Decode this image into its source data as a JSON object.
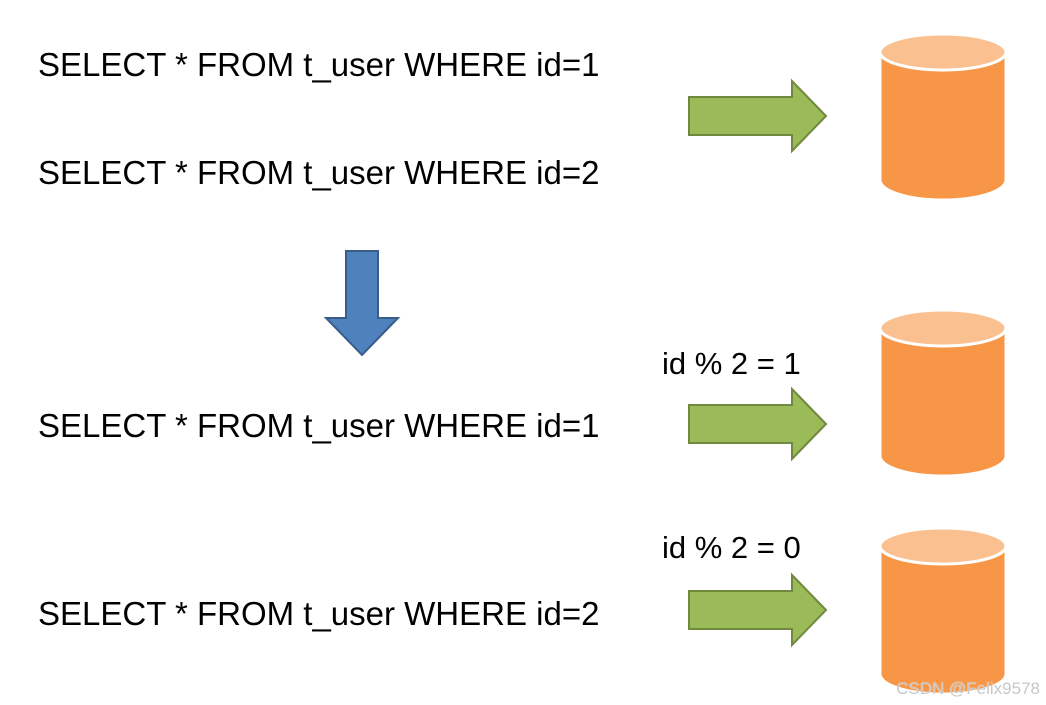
{
  "colors": {
    "green_arrow_fill": "#9BBB59",
    "green_arrow_stroke": "#71893F",
    "blue_arrow_fill": "#4F81BD",
    "blue_arrow_stroke": "#385D8A",
    "db_body": "#F79646",
    "db_top": "#FAC090"
  },
  "before": {
    "query1": "SELECT * FROM t_user WHERE id=1",
    "query2": "SELECT * FROM t_user WHERE id=2"
  },
  "after": {
    "route1": {
      "condition": "id % 2 = 1",
      "query": "SELECT * FROM t_user WHERE id=1"
    },
    "route2": {
      "condition": "id % 2 = 0",
      "query": "SELECT * FROM t_user WHERE id=2"
    }
  },
  "watermark": "CSDN @Felix9578",
  "icons": {
    "route_arrow": "right-arrow-icon",
    "transform_arrow": "down-arrow-icon",
    "database": "database-icon"
  }
}
